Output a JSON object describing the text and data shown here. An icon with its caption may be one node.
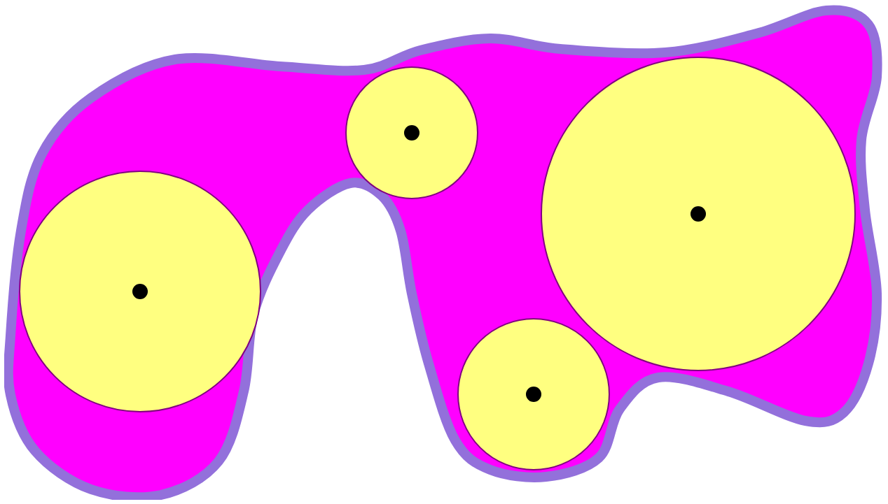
{
  "diagram": {
    "nodes": [
      {
        "text": [],
        "shape": "blob"
      },
      {
        "text": [],
        "shape": "circle",
        "in": 0
      },
      {
        "text": [],
        "shape": "circle",
        "in": 0
      },
      {
        "text": [],
        "shape": "circle",
        "in": 0
      },
      {
        "text": [],
        "shape": "circle",
        "in": 0
      }
    ]
  }
}
